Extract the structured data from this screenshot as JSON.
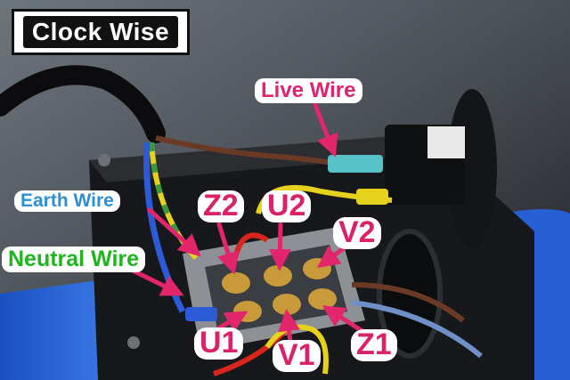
{
  "photo": {
    "title": "Clock Wise",
    "wire_labels": {
      "live": "Live Wire",
      "earth": "Earth Wire",
      "neutral": "Neutral Wire"
    },
    "terminals": {
      "z2": "Z2",
      "u2": "U2",
      "v2": "V2",
      "u1": "U1",
      "v1": "V1",
      "z1": "Z1"
    },
    "colors": {
      "label_accent": "#e0236e",
      "earth_label": "#2d8fd6",
      "neutral_label": "#1eb51e",
      "arrow": "#e3256b",
      "brown_wire": "#6b3a25",
      "blue_wire": "#2d5bd8",
      "yellow_wire": "#e6d21c",
      "green_wire": "#3b9a3b",
      "red_wire": "#d8261e"
    }
  }
}
